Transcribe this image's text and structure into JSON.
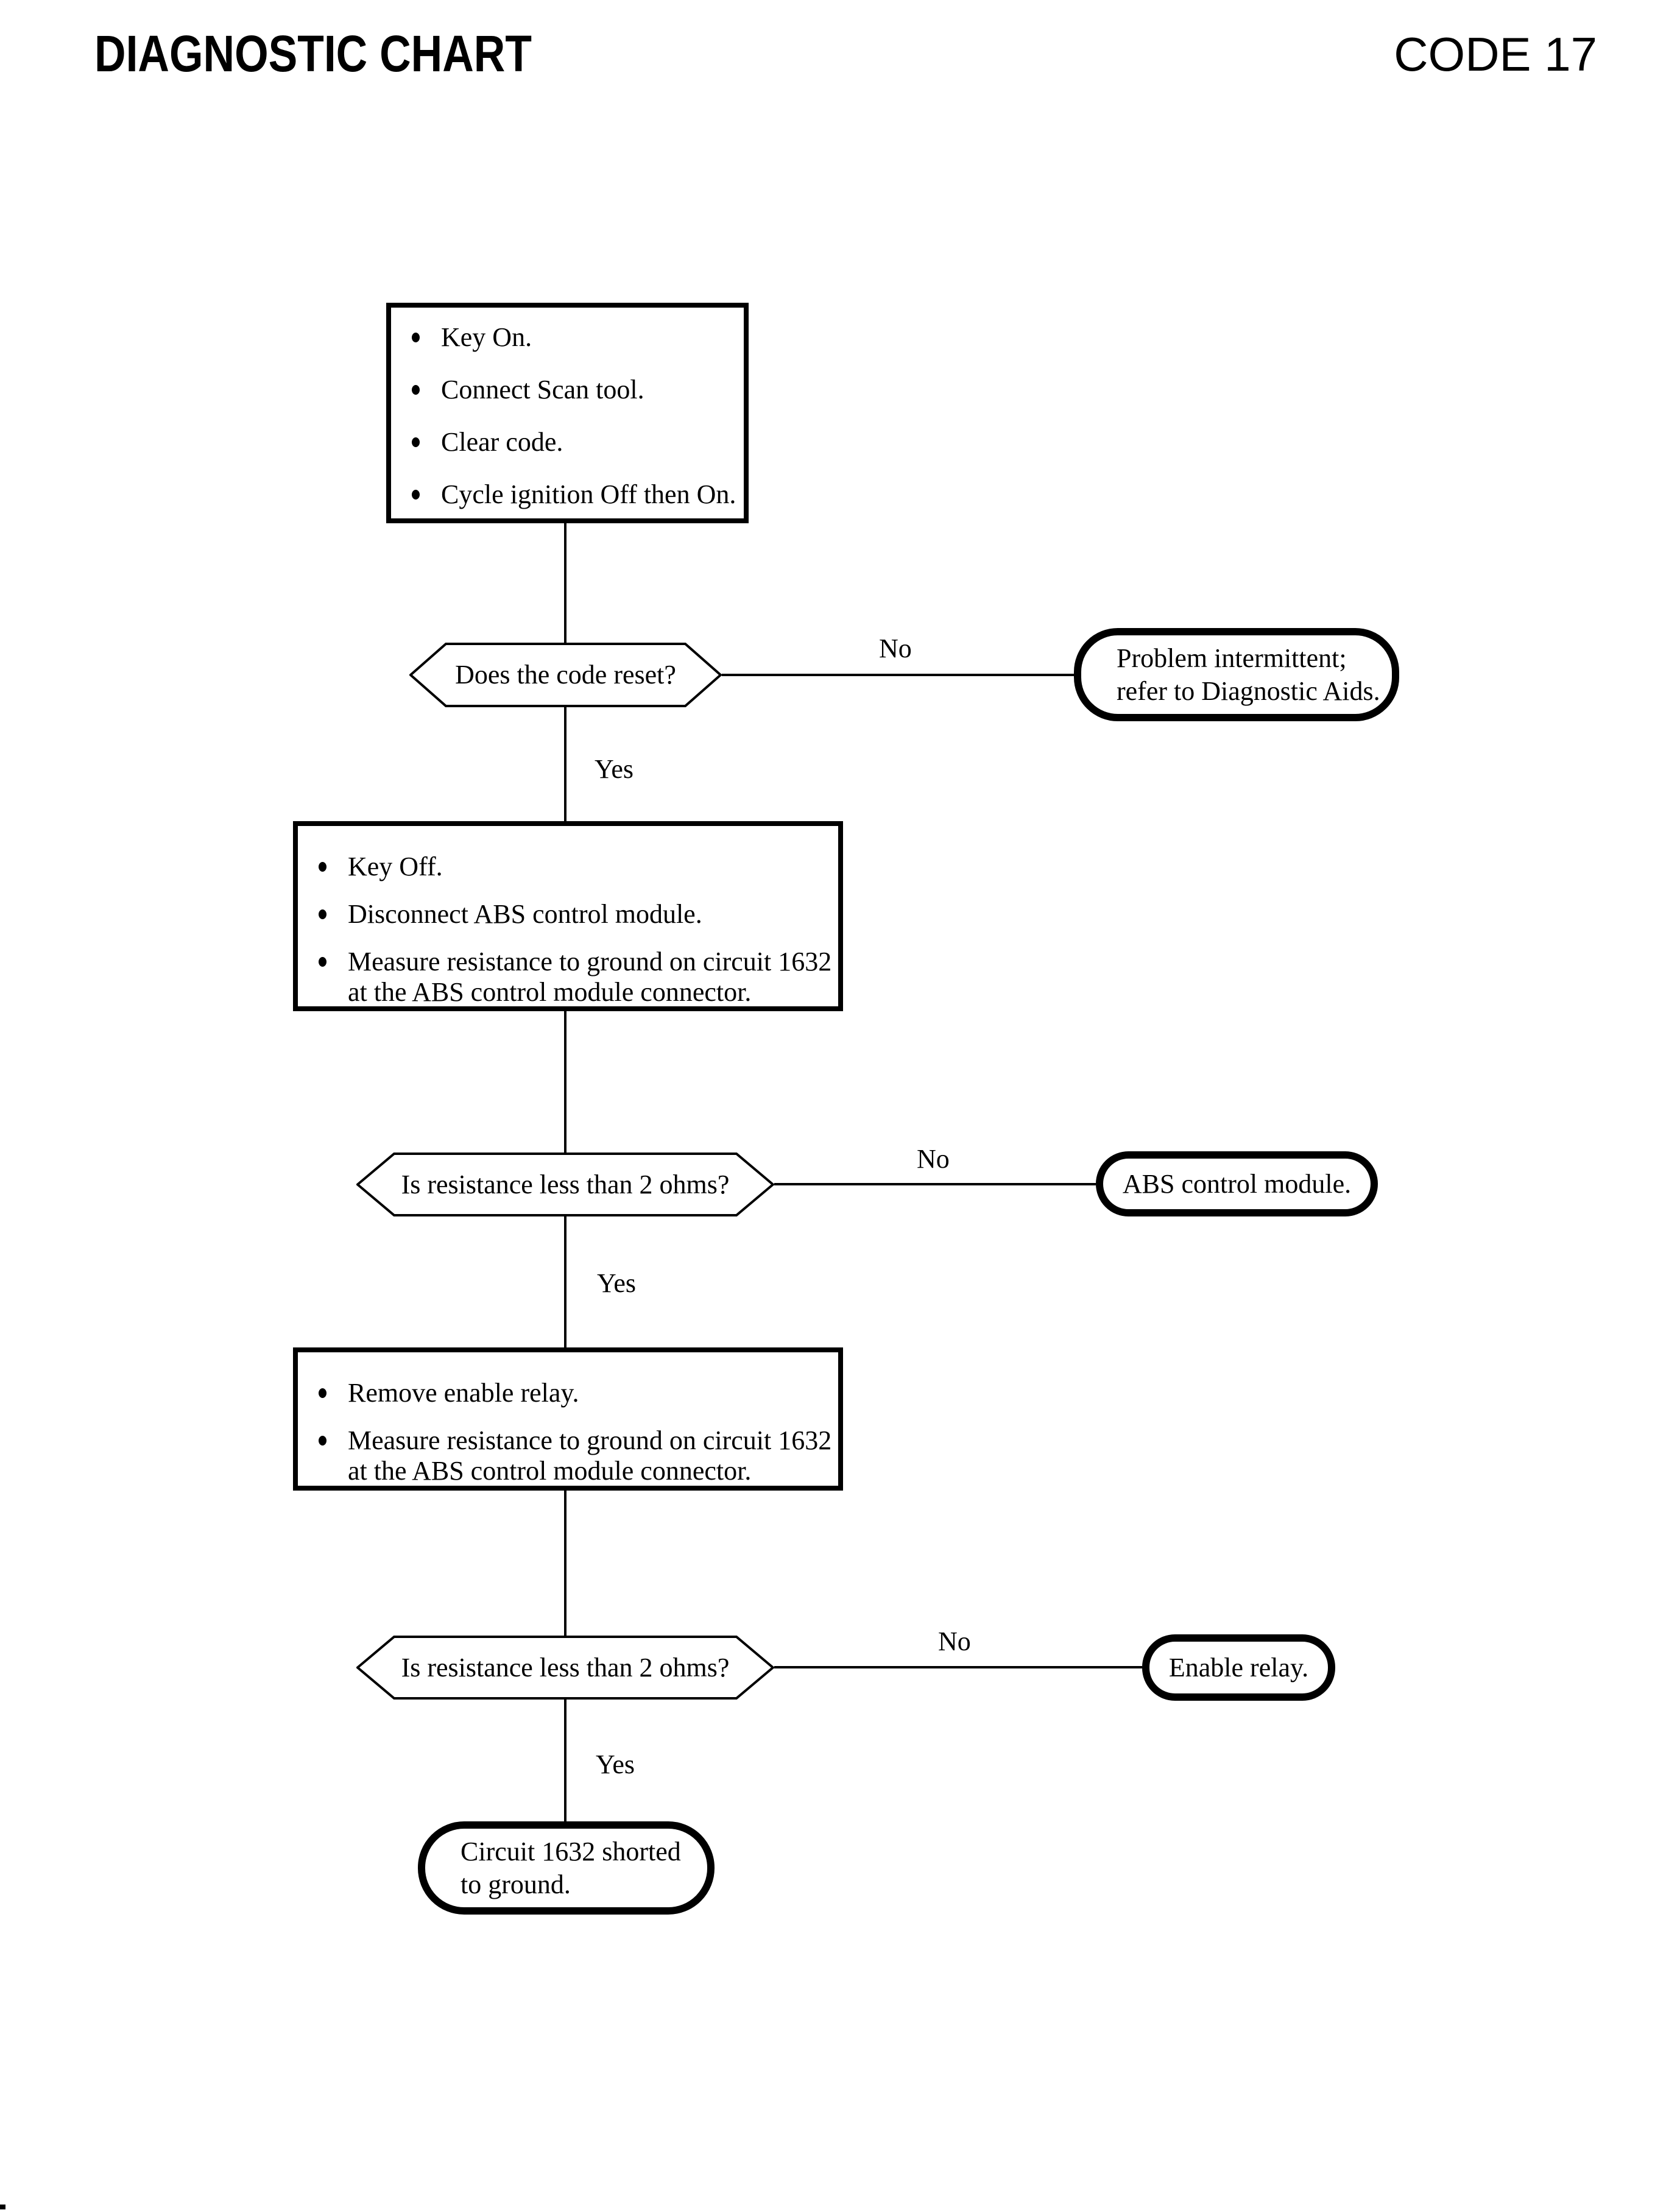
{
  "header": {
    "title_left": "DIAGNOSTIC CHART",
    "title_right": "CODE 17"
  },
  "labels": {
    "yes": "Yes",
    "no": "No"
  },
  "colors": {
    "ink": "#000000",
    "paper": "#ffffff"
  },
  "flowchart": {
    "step1": {
      "items": [
        {
          "lines": [
            "Key On."
          ]
        },
        {
          "lines": [
            "Connect Scan tool."
          ]
        },
        {
          "lines": [
            "Clear code."
          ]
        },
        {
          "lines": [
            "Cycle ignition Off then On."
          ]
        }
      ]
    },
    "decision1": {
      "question": "Does the code reset?"
    },
    "outcome_intermittent": {
      "lines": [
        "Problem intermittent;",
        "refer to Diagnostic Aids."
      ]
    },
    "step2": {
      "items": [
        {
          "lines": [
            "Key Off."
          ]
        },
        {
          "lines": [
            "Disconnect ABS control module."
          ]
        },
        {
          "lines": [
            "Measure resistance to ground on circuit 1632",
            "at the ABS control module connector."
          ]
        }
      ]
    },
    "decision2": {
      "question": "Is resistance less than 2 ohms?"
    },
    "outcome_abs_module": {
      "lines": [
        "ABS control module."
      ]
    },
    "step3": {
      "items": [
        {
          "lines": [
            "Remove enable relay."
          ]
        },
        {
          "lines": [
            "Measure resistance to ground on circuit 1632",
            "at the ABS control module connector."
          ]
        }
      ]
    },
    "decision3": {
      "question": "Is resistance less than 2 ohms?"
    },
    "outcome_enable_relay": {
      "lines": [
        "Enable relay."
      ]
    },
    "outcome_shorted": {
      "lines": [
        "Circuit 1632 shorted",
        "to ground."
      ]
    }
  }
}
